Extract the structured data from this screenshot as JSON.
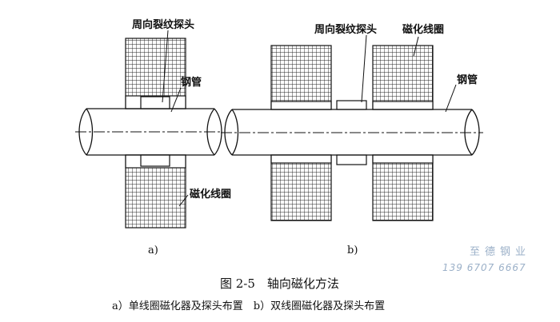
{
  "labels": {
    "a_probe": "周向裂纹探头",
    "a_pipe": "钢管",
    "a_coil": "磁化线圈",
    "b_probe": "周向裂纹探头",
    "b_coil": "磁化线圈",
    "b_pipe": "钢管"
  },
  "sub_a": "a)",
  "sub_b": "b)",
  "figure_title": "图 2-5　轴向磁化方法",
  "caption": "a）单线圈磁化器及探头布置　b）双线圈磁化器及探头布置",
  "watermark": {
    "name": "至德钢业",
    "phone": "139 6707 6667"
  },
  "colors": {
    "line": "#111111",
    "watermark": "#9bb0c8"
  }
}
